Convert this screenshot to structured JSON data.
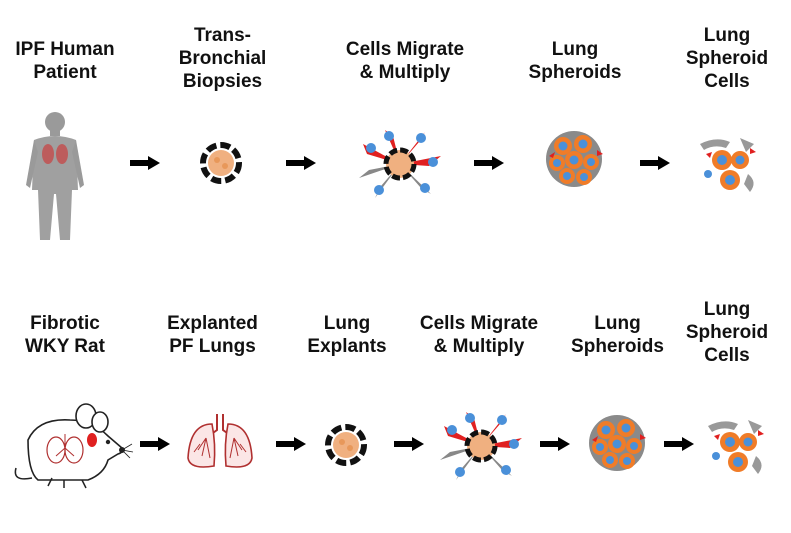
{
  "top_row": {
    "steps": [
      {
        "lines": [
          "IPF Human",
          "Patient"
        ]
      },
      {
        "lines": [
          "Trans-",
          "Bronchial",
          "Biopsies"
        ]
      },
      {
        "lines": [
          "Cells Migrate",
          "& Multiply"
        ]
      },
      {
        "lines": [
          "Lung",
          "Spheroids"
        ]
      },
      {
        "lines": [
          "Lung",
          "Spheroid",
          "Cells"
        ]
      }
    ]
  },
  "bottom_row": {
    "steps": [
      {
        "lines": [
          "Fibrotic",
          "WKY Rat"
        ]
      },
      {
        "lines": [
          "Explanted",
          "PF Lungs"
        ]
      },
      {
        "lines": [
          "Lung",
          "Explants"
        ]
      },
      {
        "lines": [
          "Cells Migrate",
          "& Multiply"
        ]
      },
      {
        "lines": [
          "Lung",
          "Spheroids"
        ]
      },
      {
        "lines": [
          "Lung",
          "Spheroid",
          "Cells"
        ]
      }
    ]
  },
  "icons": {
    "human": "human-silhouette-icon",
    "rat": "rat-icon",
    "lungs": "lungs-icon",
    "biopsy": "tissue-biopsy-icon",
    "migration": "cell-migration-icon",
    "spheroid": "spheroid-icon",
    "cells": "spheroid-cells-icon",
    "arrow": "arrow-right-icon"
  },
  "colors": {
    "text": "#111111",
    "arrow": "#000000",
    "cell_orange": "#f07c28",
    "cell_blue": "#4a90d9",
    "cell_red": "#e02020",
    "tissue_peach": "#f0b080",
    "lung_red": "#b03030",
    "human_gray": "#9a9a9a"
  }
}
